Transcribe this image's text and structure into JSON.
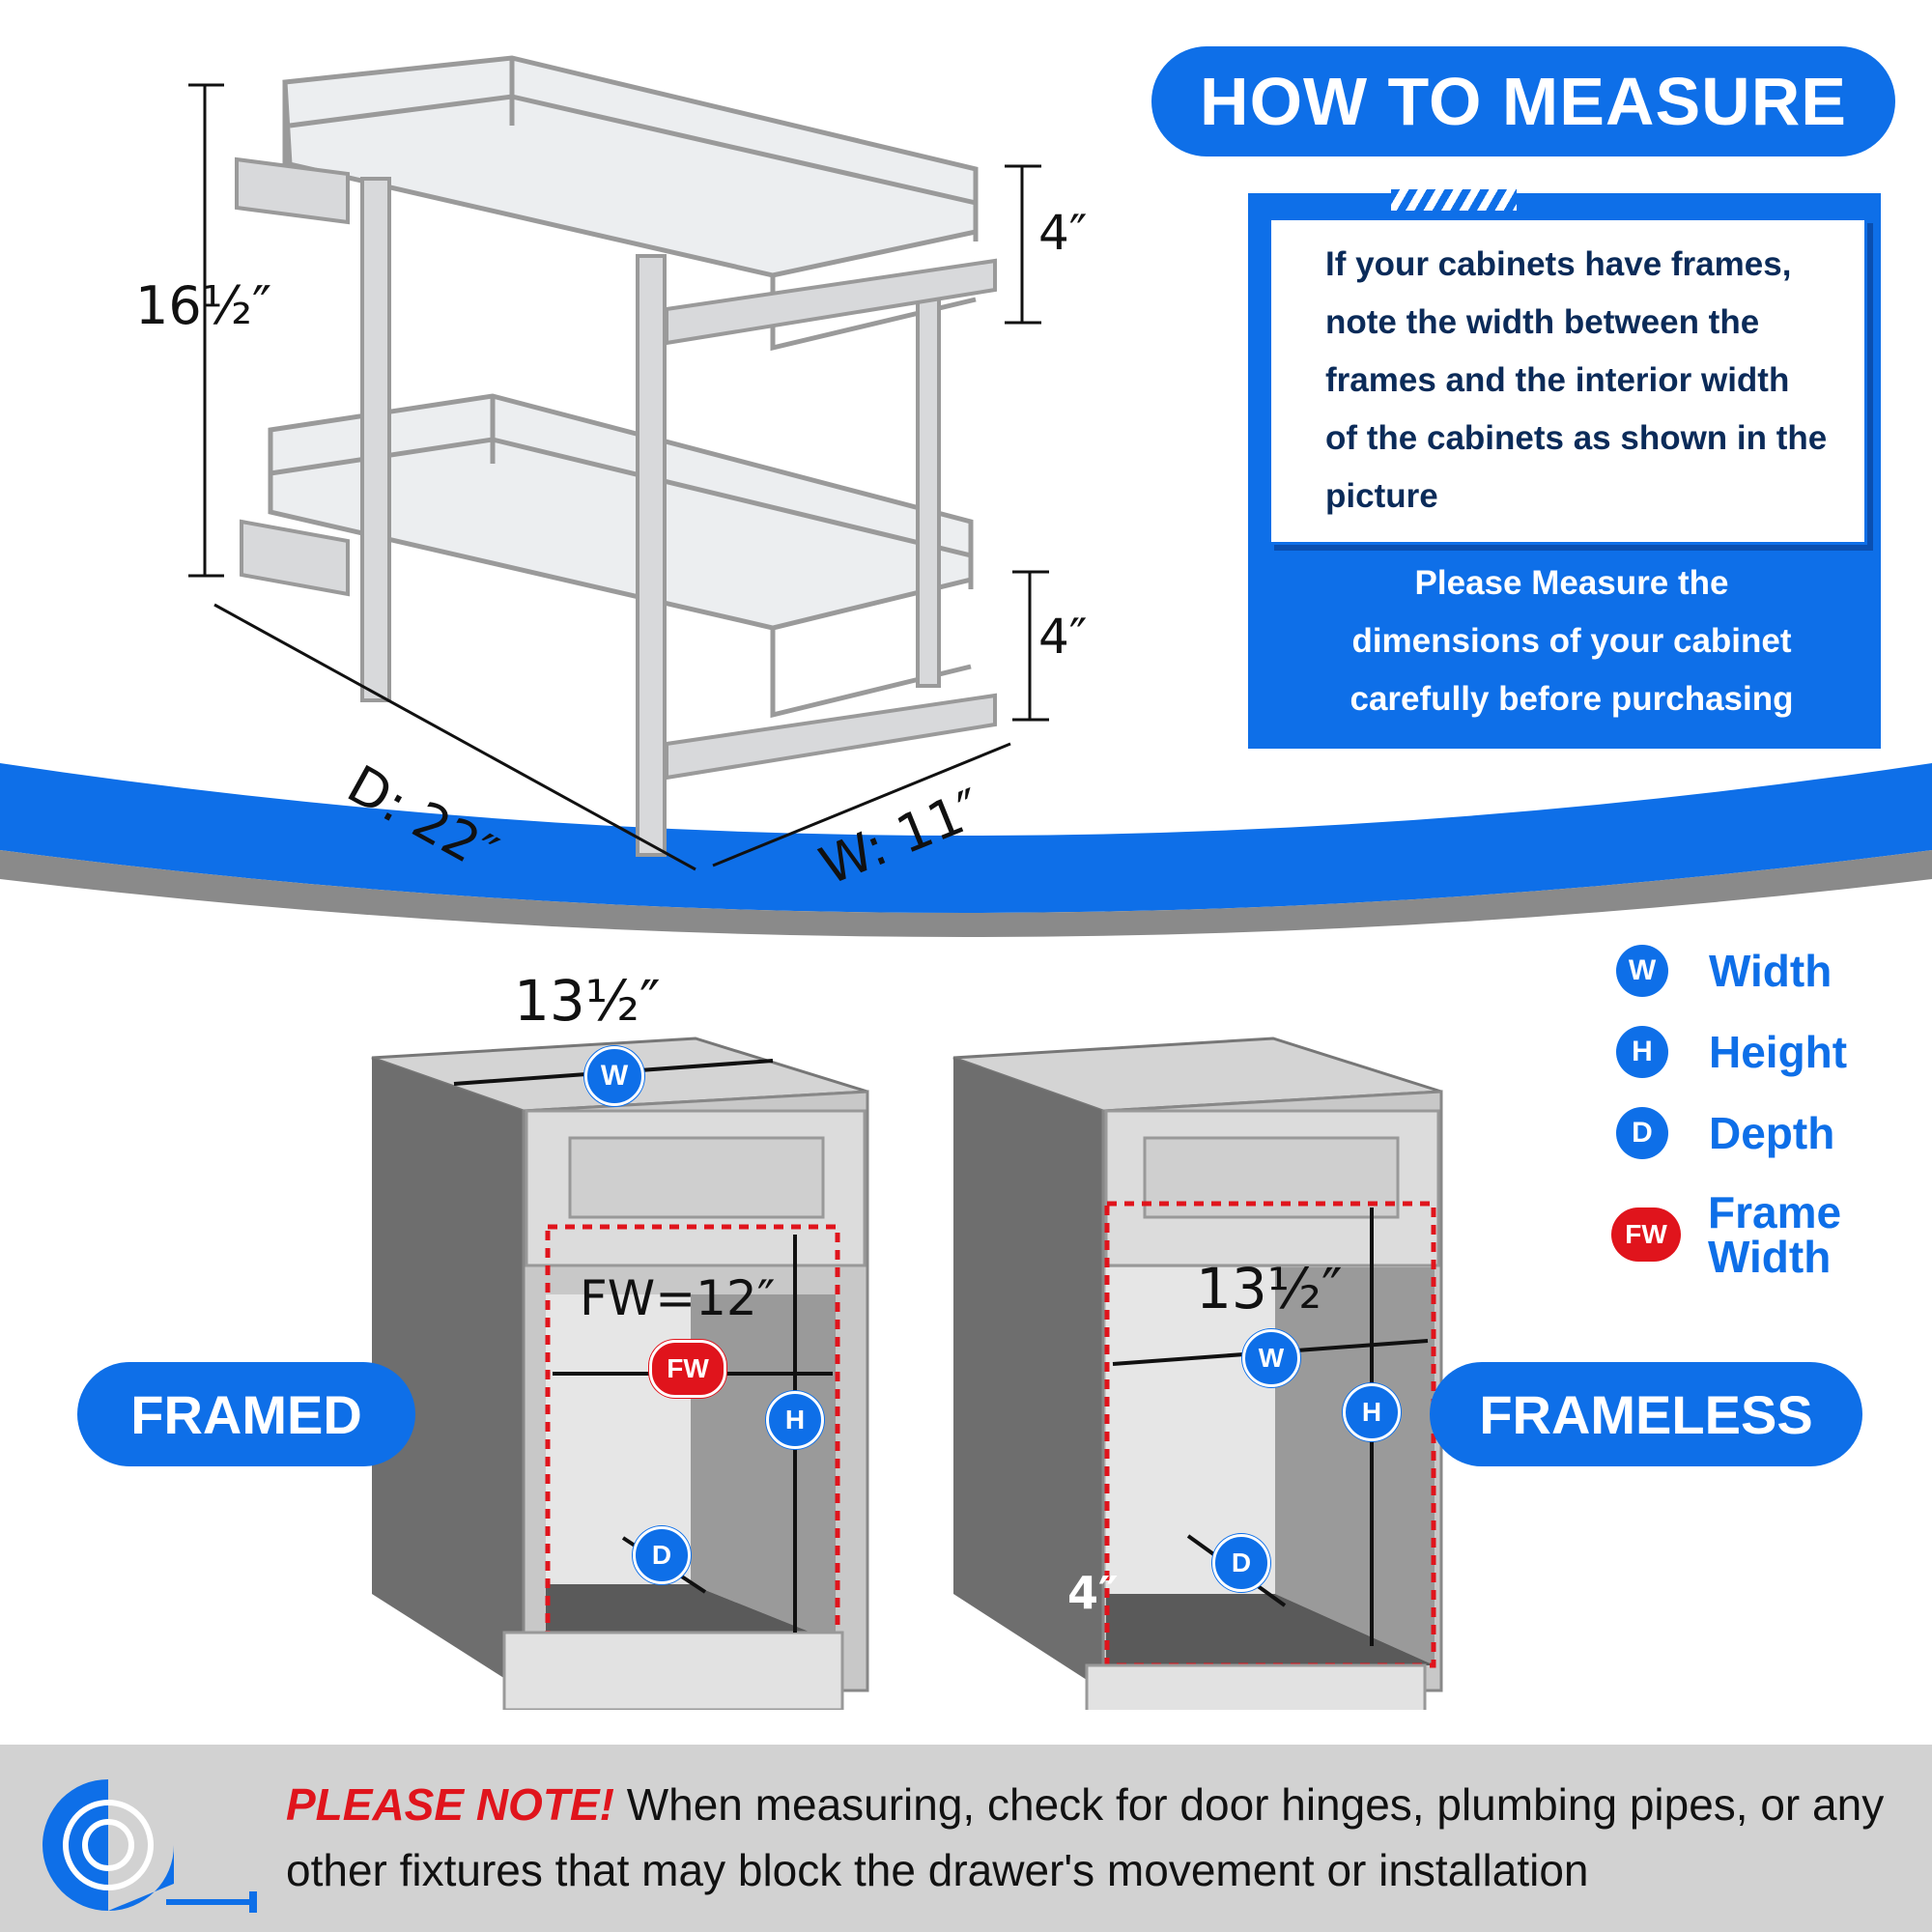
{
  "header": {
    "title": "HOW TO MEASURE",
    "frames_note": "If your cabinets have frames, note the width between the frames and the interior width of the cabinets as shown in the picture",
    "measure_note": "Please Measure the dimensions of your cabinet carefully before purchasing"
  },
  "product": {
    "height": "16½″",
    "upper_tier": "4″",
    "lower_tier": "4″",
    "depth": "D: 22″",
    "width": "W: 11″"
  },
  "legend": [
    {
      "code": "W",
      "label": "Width",
      "color": "#0e6fe8"
    },
    {
      "code": "H",
      "label": "Height",
      "color": "#0e6fe8"
    },
    {
      "code": "D",
      "label": "Depth",
      "color": "#0e6fe8"
    },
    {
      "code": "FW",
      "label": "Frame Width",
      "color": "#e0141c"
    }
  ],
  "framed": {
    "label": "FRAMED",
    "top_width": "13½″",
    "frame_width": "FW=12″",
    "badge_w": "W",
    "badge_fw": "FW",
    "badge_h": "H",
    "badge_d": "D"
  },
  "frameless": {
    "label": "FRAMELESS",
    "width": "13½″",
    "toe": "4″",
    "badge_w": "W",
    "badge_h": "H",
    "badge_d": "D"
  },
  "footer": {
    "note_label": "PLEASE NOTE!",
    "note_text": " When measuring, check for door hinges, plumbing pipes, or any other fixtures that may block the drawer's movement or installation"
  },
  "colors": {
    "accent": "#0e6fe8",
    "alert": "#e0141c",
    "footer_bg": "#d2d2d2"
  }
}
